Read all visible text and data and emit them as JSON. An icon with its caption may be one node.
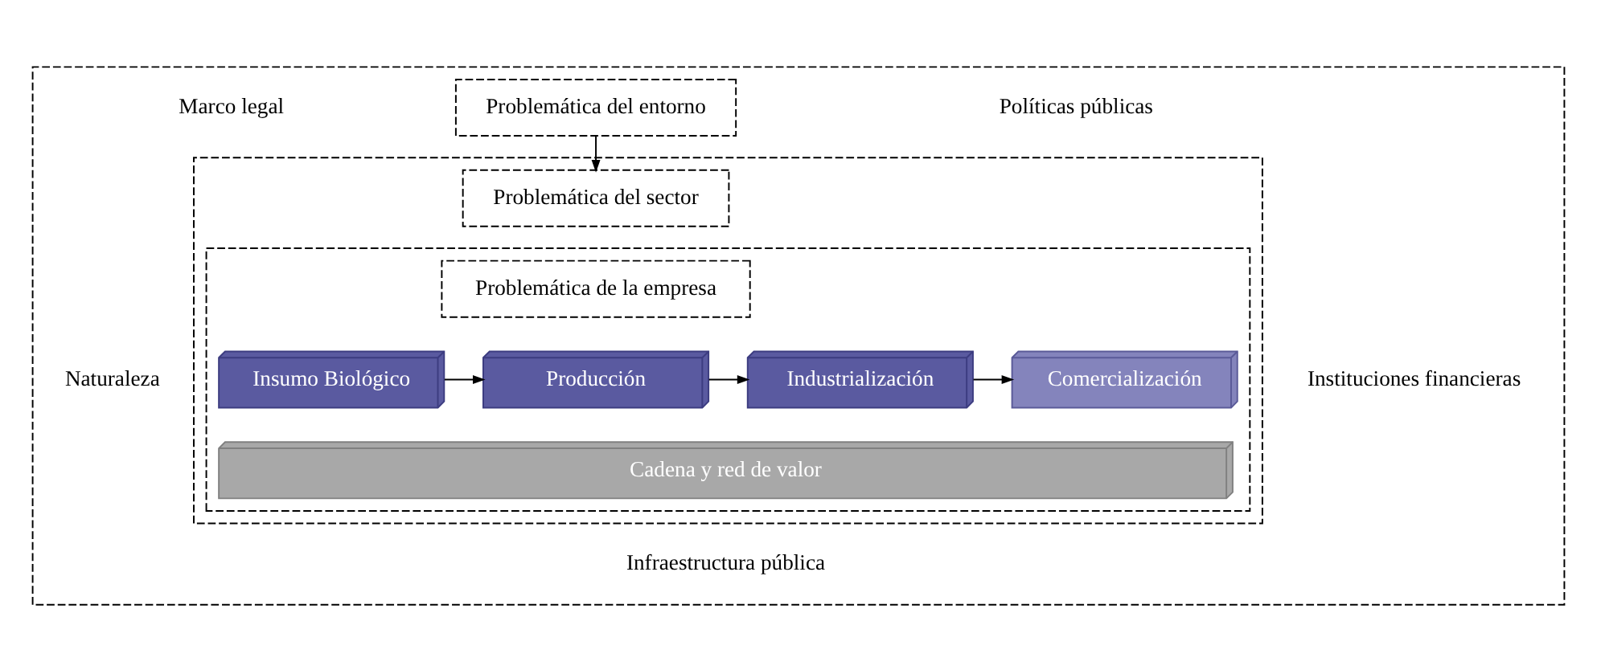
{
  "diagram": {
    "nodes": [
      {
        "text": [],
        "shape": "box"
      },
      {
        "text": [
          "Problemática del entorno"
        ],
        "in": 0
      },
      {
        "text": [],
        "shape": "box",
        "in": 0
      },
      {
        "text": [
          "Problemática del sector"
        ],
        "in": 2
      },
      {
        "text": [],
        "shape": "box",
        "in": 2
      },
      {
        "text": [
          "Problemática de la empresa"
        ],
        "in": 4
      },
      {
        "text": [
          "Insumo Biológico"
        ],
        "in": 4
      },
      {
        "text": [
          "Producción"
        ],
        "in": 4
      },
      {
        "text": [
          "Industrialización"
        ],
        "in": 4
      },
      {
        "text": [
          "Comercialización"
        ],
        "in": 4
      },
      {
        "text": [
          "Cadena y red de valor"
        ],
        "in": 4
      }
    ],
    "edges": [
      {
        "from": 1,
        "to": 3,
        "arrow": "to"
      },
      {
        "from": 6,
        "to": 7,
        "arrow": "to"
      },
      {
        "from": 7,
        "to": 8,
        "arrow": "to"
      },
      {
        "from": 8,
        "to": 9,
        "arrow": "to"
      }
    ],
    "labels": [
      "Marco legal",
      "Políticas públicas",
      "Naturaleza",
      "Instituciones financieras",
      "Infraestructura pública"
    ]
  }
}
